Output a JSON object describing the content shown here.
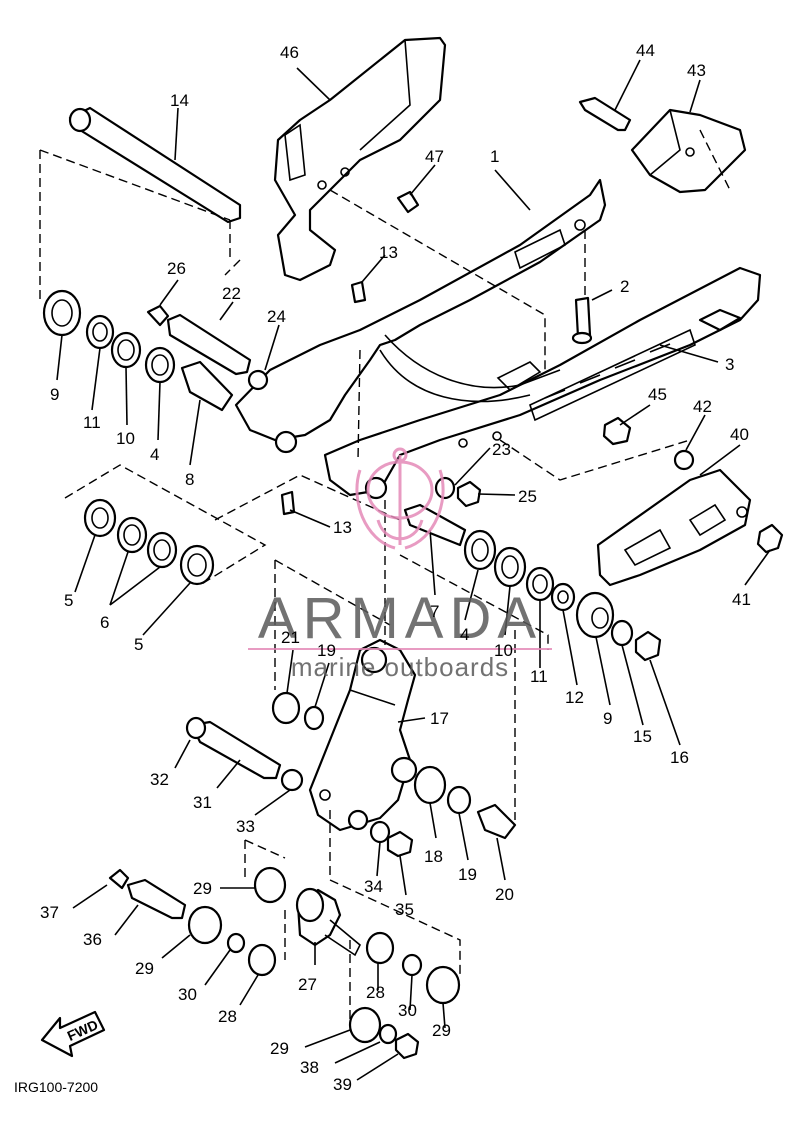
{
  "diagram": {
    "drawing_code": "IRG100-7200",
    "fwd_label": "FWD",
    "callouts": {
      "c1": "1",
      "c2": "2",
      "c3": "3",
      "c4a": "4",
      "c4b": "4",
      "c5a": "5",
      "c5b": "5",
      "c6": "6",
      "c7": "7",
      "c8": "8",
      "c9a": "9",
      "c9b": "9",
      "c10a": "10",
      "c10b": "10",
      "c11a": "11",
      "c11b": "11",
      "c12": "12",
      "c13a": "13",
      "c13b": "13",
      "c14": "14",
      "c15": "15",
      "c16": "16",
      "c17": "17",
      "c18": "18",
      "c19a": "19",
      "c19b": "19",
      "c20": "20",
      "c21": "21",
      "c22": "22",
      "c23": "23",
      "c24": "24",
      "c25": "25",
      "c26": "26",
      "c27": "27",
      "c28a": "28",
      "c28b": "28",
      "c29a": "29",
      "c29b": "29",
      "c29c": "29",
      "c29d": "29",
      "c30a": "30",
      "c30b": "30",
      "c31": "31",
      "c32": "32",
      "c33": "33",
      "c34": "34",
      "c35": "35",
      "c36": "36",
      "c37": "37",
      "c38": "38",
      "c39": "39",
      "c40": "40",
      "c41": "41",
      "c42": "42",
      "c43": "43",
      "c44": "44",
      "c45": "45",
      "c46": "46",
      "c47": "47"
    }
  },
  "watermark": {
    "brand": "ARMADA",
    "tagline": "marine outboards",
    "brand_color": "#e48ab8",
    "text_color": "#5a5a5a"
  }
}
